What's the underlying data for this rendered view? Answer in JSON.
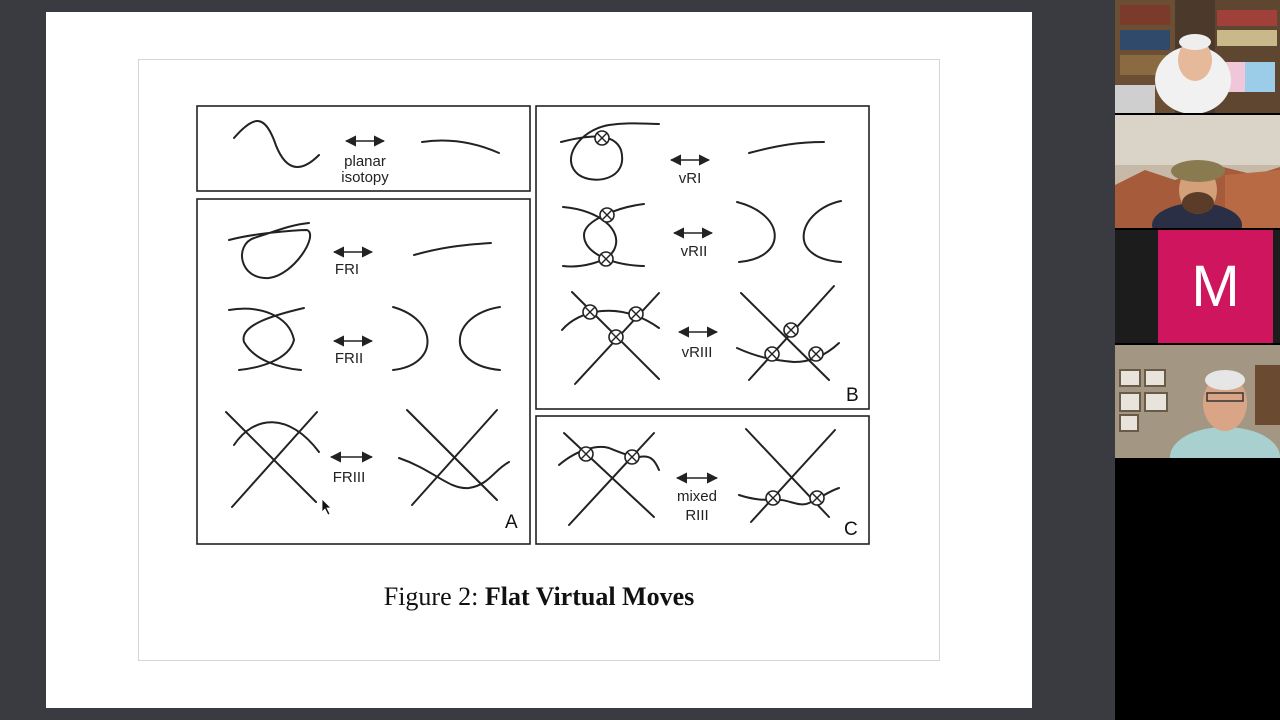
{
  "figure": {
    "caption_prefix": "Figure 2:",
    "caption_title": "Flat Virtual Moves",
    "moves": {
      "planar": [
        "planar",
        "isotopy"
      ],
      "fri": "FRI",
      "frii": "FRII",
      "friii": "FRIII",
      "vri": "vRI",
      "vrii": "vRII",
      "vriii": "vRIII",
      "mixed": [
        "mixed",
        "RIII"
      ]
    },
    "panels": {
      "a": "A",
      "b": "B",
      "c": "C"
    }
  },
  "participants": {
    "m_initial": "M",
    "m_color": "#d0155f"
  }
}
